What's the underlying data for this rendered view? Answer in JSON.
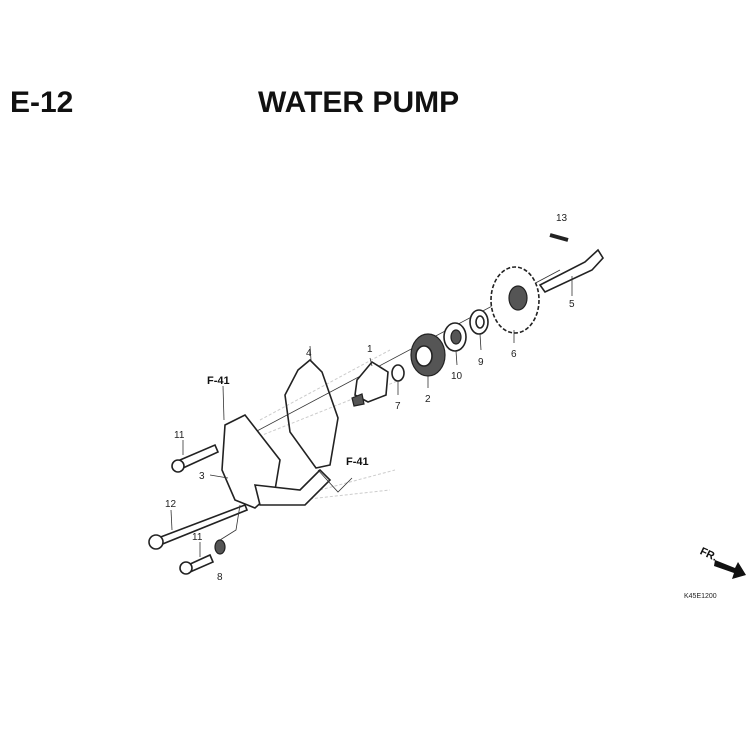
{
  "header": {
    "section_code": "E-12",
    "title": "WATER PUMP"
  },
  "callouts": {
    "p1": "1",
    "p2": "2",
    "p3": "3",
    "p4": "4",
    "p5": "5",
    "p6": "6",
    "p7": "7",
    "p8": "8",
    "p9": "9",
    "p10": "10",
    "p11a": "11",
    "p11b": "11",
    "p12": "12",
    "p13": "13"
  },
  "references": {
    "ref_a": "F-41",
    "ref_b": "F-41"
  },
  "direction": {
    "label": "FR."
  },
  "diagram_code": "K45E1200"
}
